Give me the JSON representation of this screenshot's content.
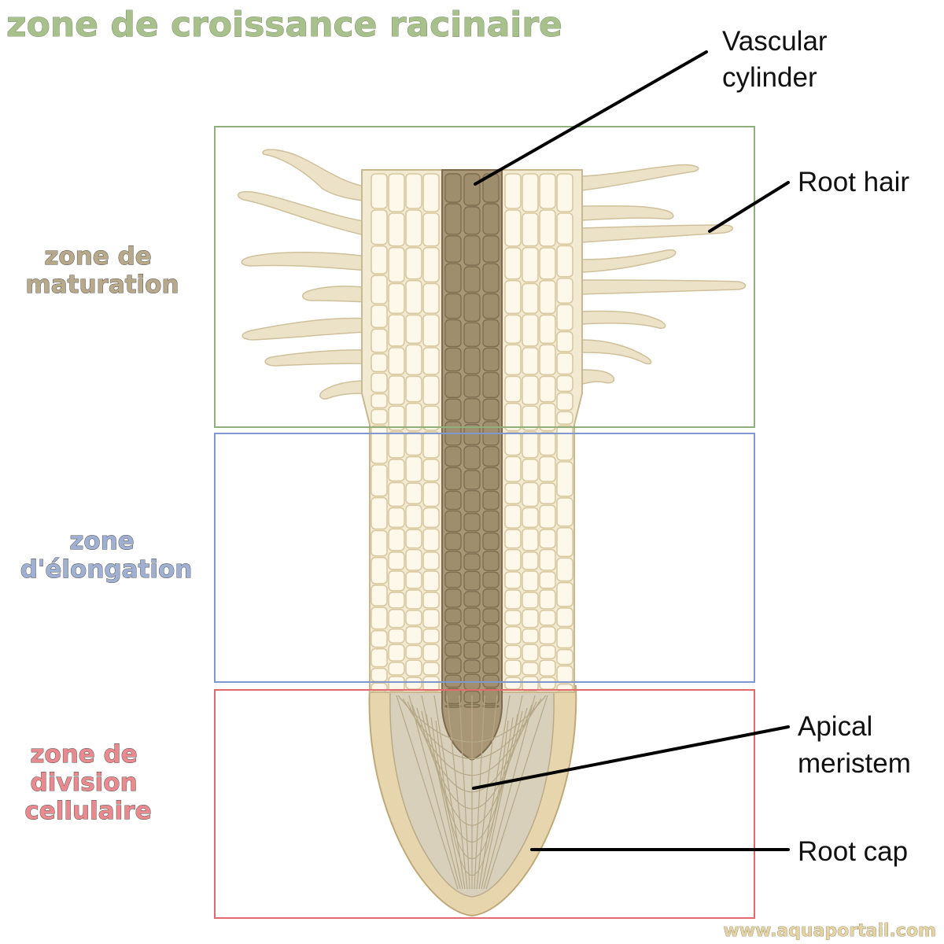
{
  "title": "zone de croissance racinaire",
  "zones": [
    {
      "id": "maturation",
      "lines": [
        "zone de",
        "maturation"
      ],
      "color": "#8fb07a"
    },
    {
      "id": "elongation",
      "lines": [
        "zone",
        "d'élongation"
      ],
      "color": "#7f98d0"
    },
    {
      "id": "division",
      "lines": [
        "zone de",
        "division",
        "cellulaire"
      ],
      "color": "#e46a70"
    }
  ],
  "callouts": {
    "vascular_cylinder": [
      "Vascular",
      "cylinder"
    ],
    "root_hair": [
      "Root hair"
    ],
    "apical_meristem": [
      "Apical",
      "meristem"
    ],
    "root_cap": [
      "Root cap"
    ]
  },
  "footer": "www.aquaportail.com"
}
